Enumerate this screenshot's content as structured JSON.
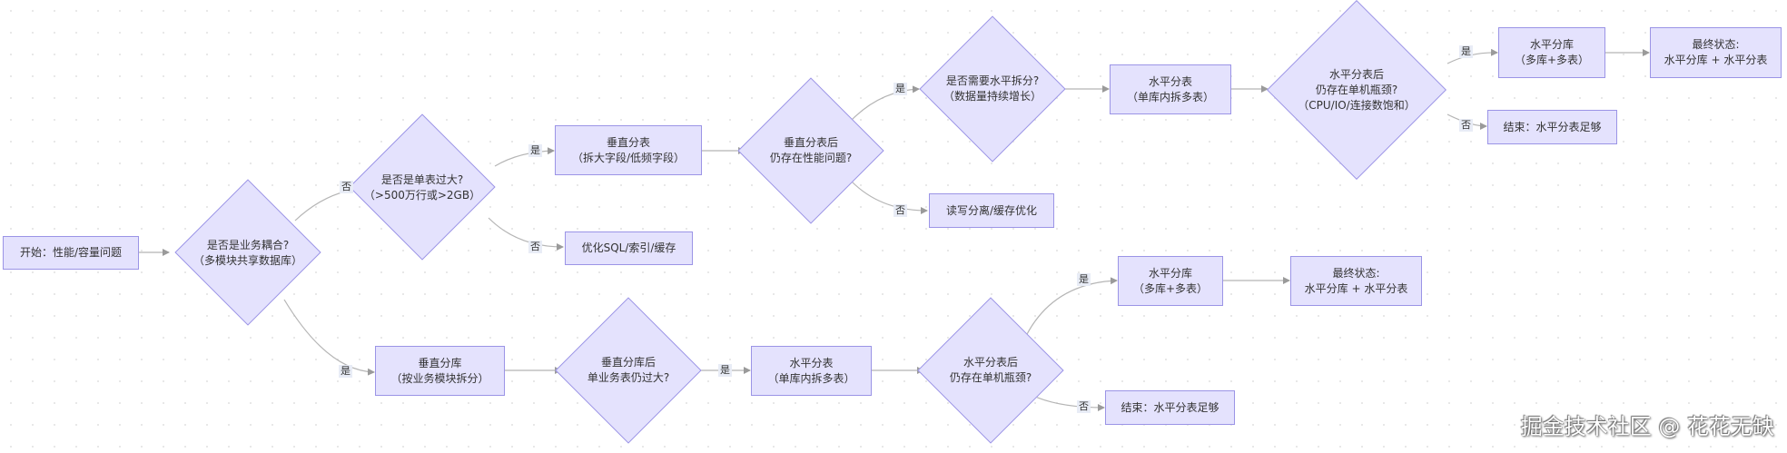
{
  "nodes": {
    "start": {
      "l1": "开始：性能/容量问题"
    },
    "d1": {
      "l1": "是否是业务耦合?",
      "l2": "（多模块共享数据库）"
    },
    "d2": {
      "l1": "是否是单表过大?",
      "l2": "（>500万行或>2GB）"
    },
    "vsplit_table": {
      "l1": "垂直分表",
      "l2": "（拆大字段/低频字段）"
    },
    "optimize": {
      "l1": "优化SQL/索引/缓存"
    },
    "d3": {
      "l1": "垂直分表后",
      "l2": "仍存在性能问题?"
    },
    "rw_split": {
      "l1": "读写分离/缓存优化"
    },
    "d4": {
      "l1": "是否需要水平拆分?",
      "l2": "（数据量持续增长）"
    },
    "hsplit_top": {
      "l1": "水平分表",
      "l2": "（单库内拆多表）"
    },
    "d5": {
      "l1": "水平分表后",
      "l2": "仍存在单机瓶颈?",
      "l3": "（CPU/IO/连接数饱和）"
    },
    "hdb_top": {
      "l1": "水平分库",
      "l2": "（多库+多表）"
    },
    "end_top": {
      "l1": "结束：水平分表足够"
    },
    "final_top": {
      "l1": "最终状态:",
      "l2": "水平分库 + 水平分表"
    },
    "vsplit_db": {
      "l1": "垂直分库",
      "l2": "（按业务模块拆分）"
    },
    "d6": {
      "l1": "垂直分库后",
      "l2": "单业务表仍过大?"
    },
    "hsplit_bot": {
      "l1": "水平分表",
      "l2": "（单库内拆多表）"
    },
    "d7": {
      "l1": "水平分表后",
      "l2": "仍存在单机瓶颈?"
    },
    "hdb_bot": {
      "l1": "水平分库",
      "l2": "（多库+多表）"
    },
    "final_bot": {
      "l1": "最终状态:",
      "l2": "水平分库 + 水平分表"
    },
    "end_bot": {
      "l1": "结束：水平分表足够"
    }
  },
  "edge_labels": {
    "yes": "是",
    "no": "否"
  },
  "watermark": "掘金技术社区 @ 花花无缺",
  "colors": {
    "node_fill": "#e4e2fd",
    "node_border": "#9b94e6",
    "edge": "#b5b5b5",
    "label_bg": "#e8ecf6"
  }
}
